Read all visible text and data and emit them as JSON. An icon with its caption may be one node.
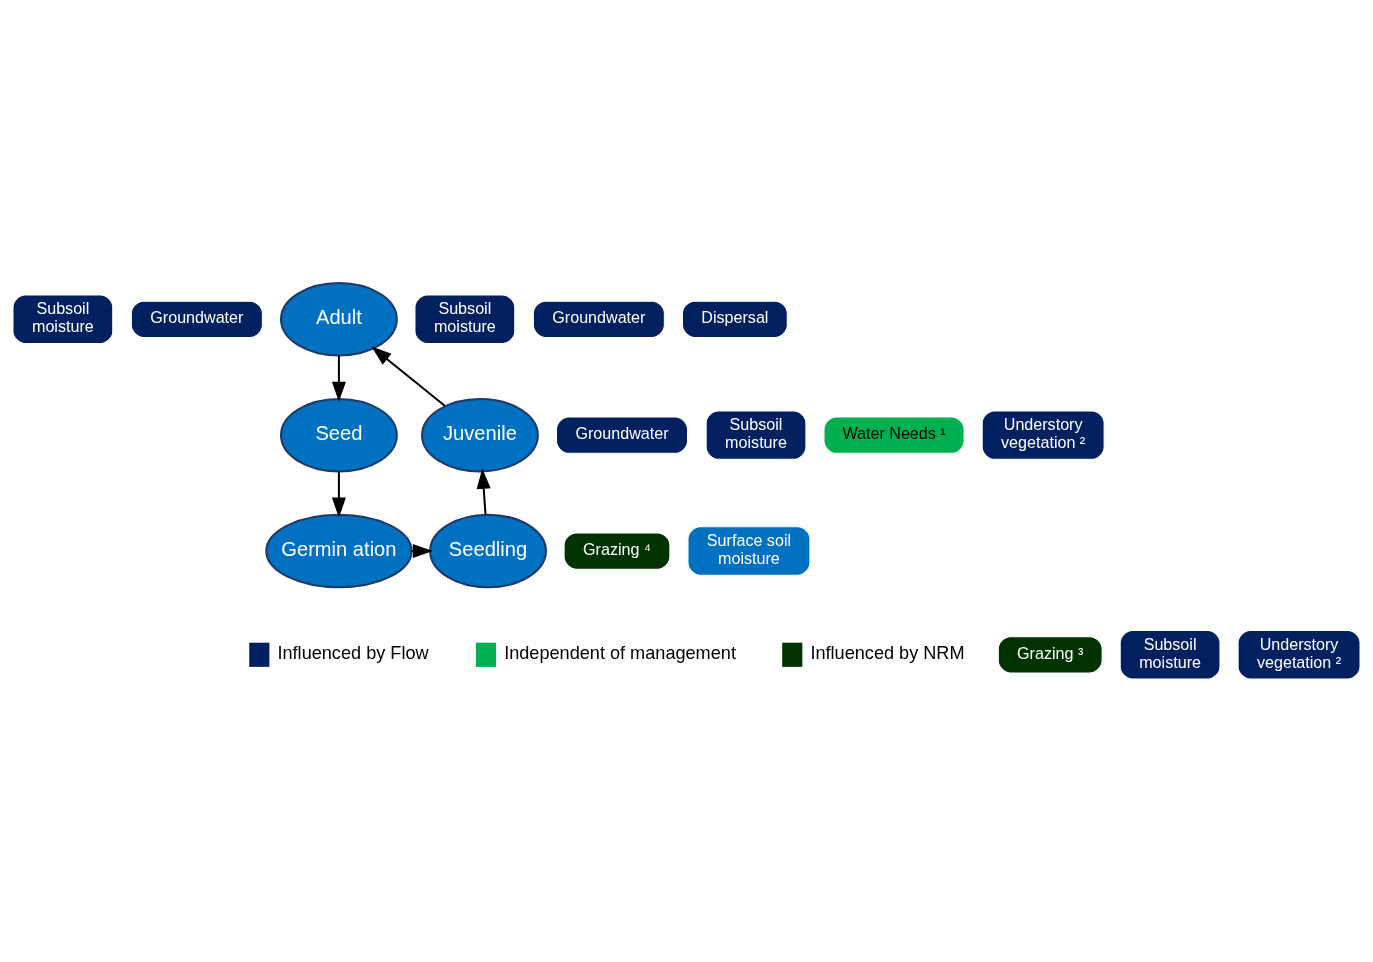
{
  "diagram": {
    "nodes": [
      {
        "text": [
          "Adult"
        ]
      },
      {
        "text": [
          "Subsoil moisture"
        ]
      },
      {
        "text": [
          "Subsoil moisture"
        ]
      },
      {
        "text": [
          "Groundwater"
        ]
      },
      {
        "text": [
          "Groundwater"
        ]
      },
      {
        "text": [
          "Dispersal"
        ]
      },
      {
        "text": [
          "Juvenile"
        ]
      },
      {
        "text": [
          "Seed"
        ]
      },
      {
        "text": [
          "Groundwater"
        ]
      },
      {
        "text": [
          "Water Needs ¹"
        ]
      },
      {
        "text": [
          "Subsoil moisture"
        ]
      },
      {
        "text": [
          "Understory vegetation ²"
        ]
      },
      {
        "text": [
          "Grazing ⁴"
        ]
      },
      {
        "text": [
          "Surface soil moisture"
        ]
      },
      {
        "text": [
          "Germin ation"
        ]
      },
      {
        "text": [
          "Seedling"
        ]
      },
      {
        "text": [
          "Grazing ³"
        ]
      },
      {
        "text": [
          "Subsoil moisture"
        ]
      },
      {
        "text": [
          "Understory vegetation ²"
        ]
      }
    ],
    "edges": [
      {
        "from": 0,
        "to": 7,
        "arrow": "to"
      },
      {
        "from": 7,
        "to": 14,
        "arrow": "to"
      },
      {
        "from": 14,
        "to": 15,
        "arrow": "to"
      },
      {
        "from": 15,
        "to": 6,
        "arrow": "to"
      },
      {
        "from": 6,
        "to": 0,
        "arrow": "to"
      }
    ],
    "legend": [
      {
        "text": "Influenced by Flow",
        "color": "#002060"
      },
      {
        "text": "Independent of management",
        "color": "#00b050"
      },
      {
        "text": "Influenced by NRM",
        "color": "#003300"
      }
    ]
  }
}
